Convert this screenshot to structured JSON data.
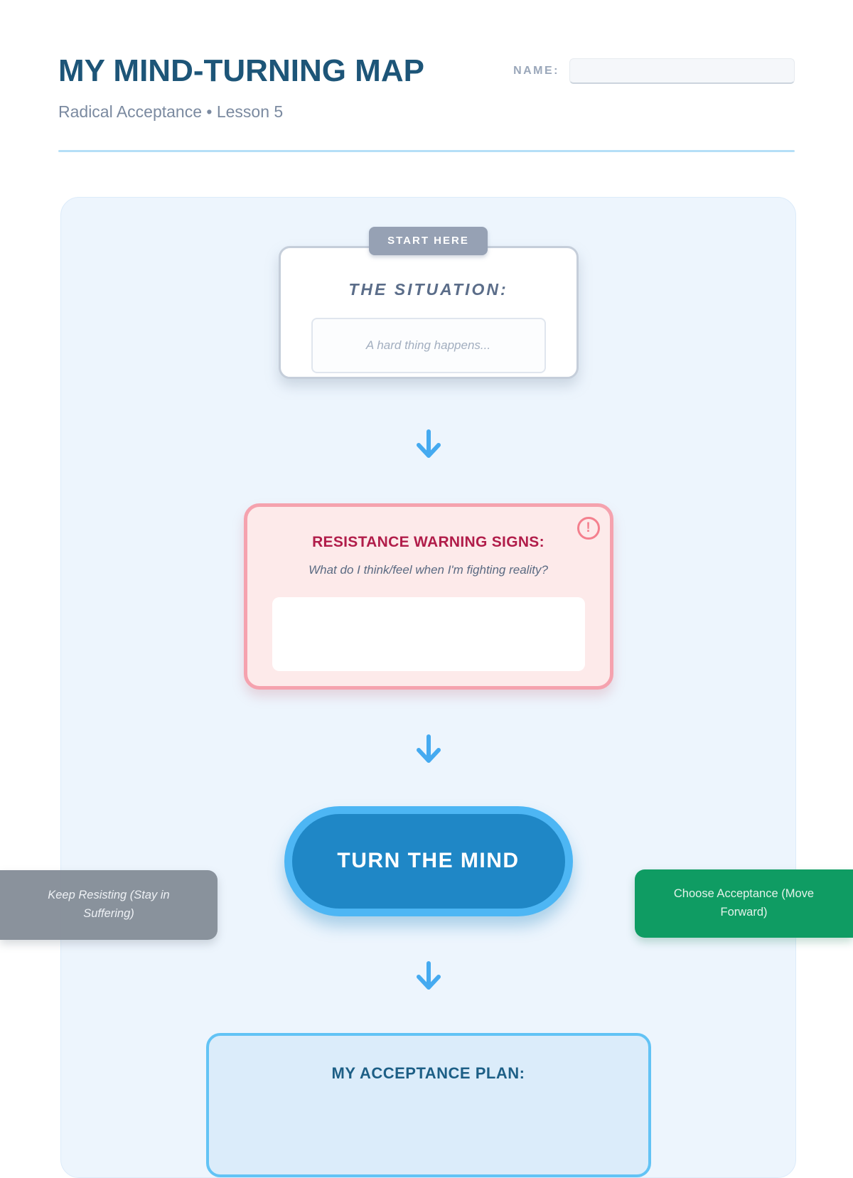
{
  "header": {
    "title": "MY MIND-TURNING MAP",
    "subtitle": "Radical Acceptance • Lesson 5",
    "name_label": "NAME:",
    "name_value": ""
  },
  "flowchart": {
    "start_badge": "START HERE",
    "situation_card": {
      "heading": "THE SITUATION:",
      "input_placeholder": "A hard thing happens...",
      "input_value": ""
    },
    "resistance_card": {
      "heading": "RESISTANCE WARNING SIGNS:",
      "question": "What do I think/feel when I'm fighting reality?",
      "textarea_value": "",
      "alert_icon_glyph": "!"
    },
    "turn_node": {
      "label": "TURN THE MIND",
      "left_branch_label": "Keep Resisting (Stay in Suffering)",
      "right_branch_label": "Choose Acceptance (Move Forward)"
    },
    "acceptance_card": {
      "heading": "MY ACCEPTANCE PLAN:"
    }
  },
  "colors": {
    "title_navy": "#1d5578",
    "subtitle_gray": "#7b8aa0",
    "divider_blue": "#b5dff7",
    "container_bg": "#edf5fd",
    "badge_slate": "#96a1b4",
    "arrow_blue": "#45aaf0",
    "resistance_bg": "#fdeaea",
    "resistance_border": "#f5a2ae",
    "resistance_crimson": "#b11d4a",
    "pill_inner_blue": "#1f87c6",
    "pill_ring_blue": "#4db6f4",
    "gray_branch": "#808994",
    "green_branch": "#0f9c63",
    "acceptance_bg": "#dbecfa",
    "acceptance_border": "#62c3f5"
  }
}
